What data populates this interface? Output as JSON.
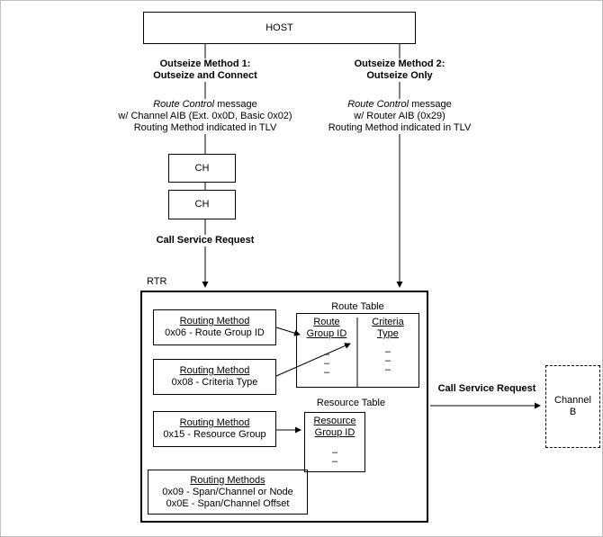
{
  "host": {
    "label": "HOST"
  },
  "method1": {
    "title1": "Outseize Method 1:",
    "title2": "Outseize and Connect",
    "msg_italic": "Route Control",
    "msg_rest": " message",
    "line2": "w/ Channel AIB (Ext. 0x0D, Basic 0x02)",
    "line3": "Routing Method indicated in TLV"
  },
  "method2": {
    "title1": "Outseize Method 2:",
    "title2": "Outseize Only",
    "msg_italic": "Route Control",
    "msg_rest": " message",
    "line2": "w/ Router AIB (0x29)",
    "line3": "Routing Method indicated in TLV"
  },
  "ch1": "CH",
  "ch2": "CH",
  "call_service_request_left": "Call Service Request",
  "rtr_label": "RTR",
  "rm_route_group": {
    "title": "Routing Method",
    "value": "0x06 - Route Group ID"
  },
  "rm_criteria": {
    "title": "Routing Method",
    "value": "0x08 - Criteria Type"
  },
  "rm_resource": {
    "title": "Routing Method",
    "value": "0x15 - Resource Group"
  },
  "rm_other": {
    "title": "Routing Methods",
    "line1": "0x09 - Span/Channel or Node",
    "line2": "0x0E - Span/Channel Offset"
  },
  "route_table": {
    "title": "Route Table",
    "col1_header1": "Route",
    "col1_header2": "Group ID",
    "col2_header1": "Criteria",
    "col2_header2": "Type",
    "col1_dashes": [
      "–",
      "–",
      "–"
    ],
    "col2_dashes": [
      "–",
      "–",
      "–"
    ]
  },
  "resource_table": {
    "title": "Resource Table",
    "header1": "Resource",
    "header2": "Group ID",
    "dashes": [
      "–",
      "–"
    ]
  },
  "call_service_request_right": "Call Service Request",
  "channel_b": {
    "line1": "Channel",
    "line2": "B"
  },
  "colors": {
    "line": "#000000",
    "background": "#ffffff"
  }
}
